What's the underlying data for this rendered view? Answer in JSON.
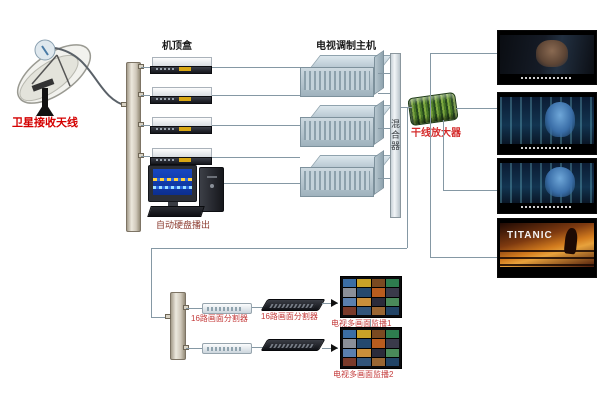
{
  "satellite": {
    "label": "卫星接收天线"
  },
  "stb_group": {
    "label": "机顶盒",
    "count": 4
  },
  "playout": {
    "label": "自动硬盘播出"
  },
  "modulators": {
    "label": "电视调制主机",
    "count": 3
  },
  "mixer": {
    "label": "混合器"
  },
  "amplifier": {
    "label": "干线放大器"
  },
  "screens": {
    "count": 4,
    "titanic_title": "TITANIC"
  },
  "monitor_wall": {
    "splitter_label_1": "16路画面分割器",
    "splitter_label_2": "16路画面分割器",
    "monitor_label_1": "电视多画面监播1",
    "monitor_label_2": "电视多画面监播2",
    "tile_colors": [
      "#3b6ea5",
      "#c9a227",
      "#7a4a21",
      "#2e7d4f",
      "#8a8f98",
      "#25496e",
      "#b85c1e",
      "#3a3a4a",
      "#5a7fae",
      "#c98f3b",
      "#2b2b3a",
      "#4a8a5a",
      "#7a3a2a",
      "#33557a",
      "#996633",
      "#224466"
    ]
  },
  "colors": {
    "label_red": "#d40000",
    "label_red_small": "#c43b3b",
    "line": "#8598a4",
    "background": "#ffffff"
  }
}
